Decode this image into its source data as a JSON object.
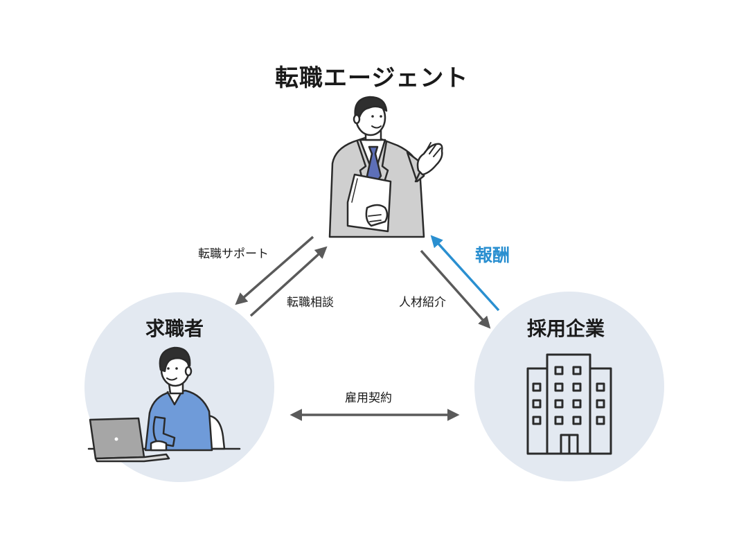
{
  "diagram": {
    "agent": {
      "title": "転職エージェント"
    },
    "job_seeker": {
      "title": "求職者"
    },
    "company": {
      "title": "採用企業"
    },
    "flows": {
      "support": "転職サポート",
      "consultation": "転職相談",
      "introduction": "人材紹介",
      "reward": "報酬",
      "contract": "雇用契約"
    }
  },
  "colors": {
    "arrow": "#5a5a5a",
    "reward_arrow": "#2a8fd0",
    "reward_text": "#2a8fd0",
    "circle_fill": "#e3e9f1",
    "suit": "#cfcfcf",
    "tie": "#5d6fb8",
    "shirt": "#6f9bd9",
    "outline": "#2a2a2a"
  },
  "icons": {
    "agent": "businessman-icon",
    "job_seeker": "person-at-laptop-icon",
    "company": "office-building-icon"
  }
}
